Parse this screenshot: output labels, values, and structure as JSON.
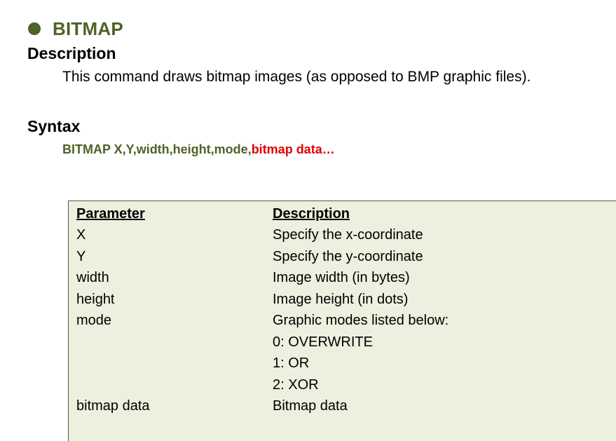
{
  "heading": "BITMAP",
  "description": {
    "title": "Description",
    "text": "This command draws bitmap images (as opposed to BMP graphic files)."
  },
  "syntax": {
    "title": "Syntax",
    "command": "BITMAP X,Y,width,height,mode,",
    "highlight": "bitmap data…"
  },
  "table": {
    "headers": {
      "parameter": "Parameter",
      "description": "Description"
    },
    "rows": [
      {
        "param": "X",
        "desc": "Specify the x-coordinate"
      },
      {
        "param": "Y",
        "desc": "Specify the y-coordinate"
      },
      {
        "param": "width",
        "desc": "Image width (in bytes)"
      },
      {
        "param": "height",
        "desc": "Image height (in dots)"
      },
      {
        "param": "mode",
        "desc": "Graphic modes listed below:"
      },
      {
        "param": "",
        "desc": "0: OVERWRITE"
      },
      {
        "param": "",
        "desc": "1: OR"
      },
      {
        "param": "",
        "desc": "2: XOR"
      },
      {
        "param": "bitmap data",
        "desc": "Bitmap data"
      }
    ]
  },
  "colors": {
    "heading": "#4f6228",
    "highlight": "#e00000",
    "table_bg": "#ebf1de"
  }
}
